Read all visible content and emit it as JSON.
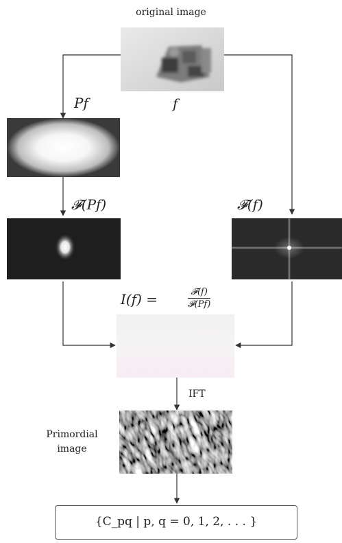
{
  "labels": {
    "original_image": "original image",
    "f": "f",
    "pf": "Pf",
    "fourier_pf": "𝓕(Pf)",
    "fourier_f": "𝓕(f)",
    "invariant_lhs": "I(f) =",
    "invariant_num": "𝓕(f)",
    "invariant_den": "𝓕(Pf)",
    "ift": "IFT",
    "primordial_line1": "Primordial",
    "primordial_line2": "image",
    "coefficients": "{C_pq | p, q = 0, 1, 2, . . . }"
  }
}
